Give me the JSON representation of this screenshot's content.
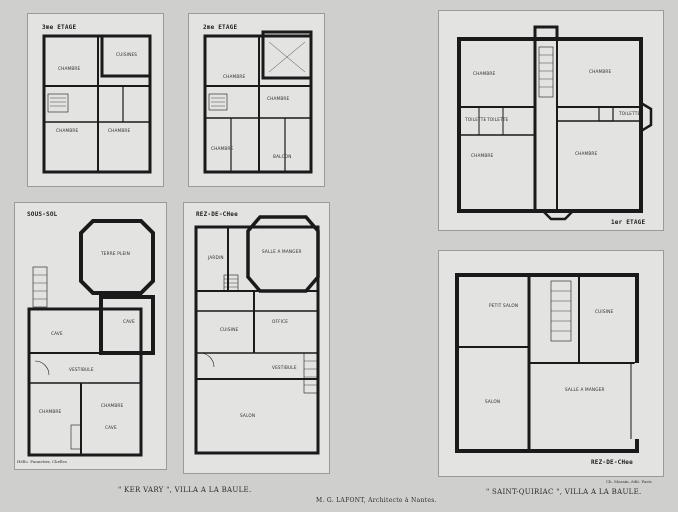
{
  "plates": {
    "p1": {
      "title": "3me ETAGE",
      "rooms": [
        "CUISINES",
        "CHAMBRE",
        "CHAMBRE",
        "CHAMBRE"
      ]
    },
    "p2": {
      "title": "2me ETAGE",
      "rooms": [
        "CHAMBRE",
        "CHAMBRE",
        "CHAMBRE",
        "BALCON"
      ]
    },
    "p3": {
      "title": "1er ETAGE",
      "rooms": [
        "CHAMBRE",
        "CHAMBRE",
        "TOILETTE",
        "TOILETTE",
        "CHAMBRE",
        "CHAMBRE",
        "TOILETTE"
      ]
    },
    "p4": {
      "title": "SOUS-SOL",
      "rooms": [
        "TERRE PLEIN",
        "CAVE",
        "CAVE",
        "VESTIBULE",
        "CHAMBRE",
        "CHAMBRE",
        "CAVE"
      ]
    },
    "p5": {
      "title": "REZ-DE-CHee",
      "rooms": [
        "JARDIN",
        "SALLE A MANGER",
        "CUISINE",
        "OFFICE",
        "VESTIBULE",
        "SALON"
      ]
    },
    "p6": {
      "title": "REZ-DE-CHee",
      "rooms": [
        "PETIT SALON",
        "CUISINE",
        "SALLE A MANGER",
        "SALON"
      ]
    }
  },
  "captions": {
    "left": "\" KER VARY \", VILLA A LA BAULE.",
    "middle": "M. G. LAFONT, Architecte à Nantes.",
    "right": "\" SAINT-QUIRIAC \", VILLA A LA BAULE.",
    "credit_left": "Héllo. Pannetier, Chelles",
    "credit_right": "Ch. Massin, édit. Paris"
  }
}
